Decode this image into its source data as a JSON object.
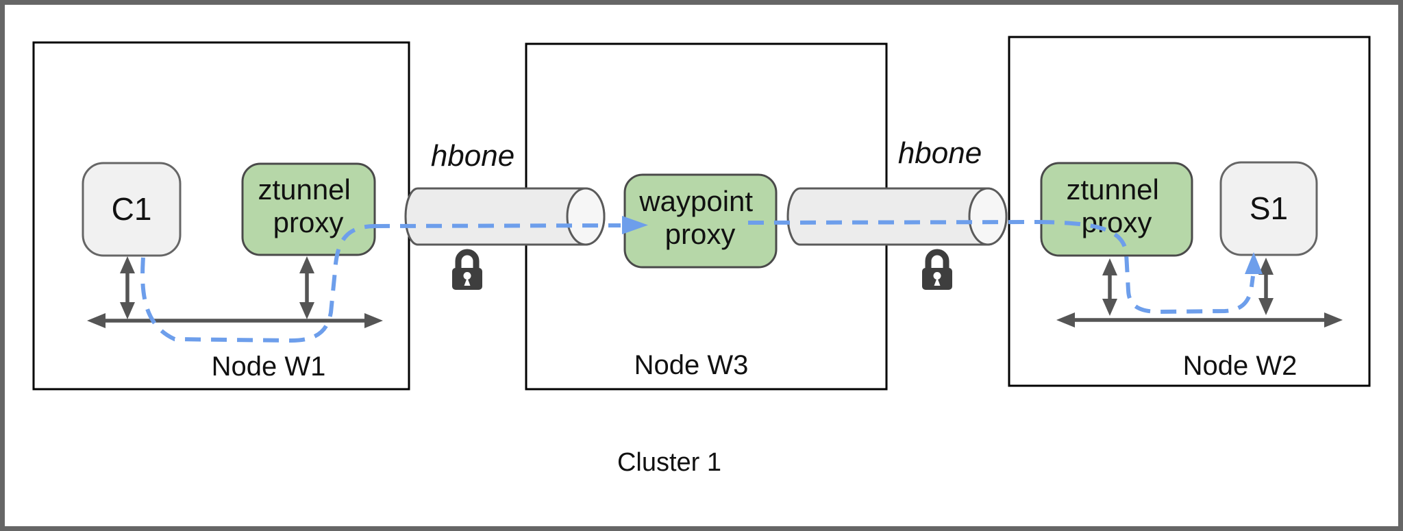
{
  "cluster": {
    "label": "Cluster 1"
  },
  "nodes": [
    {
      "id": "w1",
      "label": "Node W1"
    },
    {
      "id": "w3",
      "label": "Node W3"
    },
    {
      "id": "w2",
      "label": "Node W2"
    }
  ],
  "workloads": {
    "c1": {
      "label": "C1"
    },
    "s1": {
      "label": "S1"
    }
  },
  "proxies": {
    "ztunnel_w1": {
      "label": "ztunnel proxy",
      "lines": [
        "ztunnel",
        "proxy"
      ]
    },
    "waypoint": {
      "label": "waypoint proxy",
      "lines": [
        "waypoint",
        "proxy"
      ]
    },
    "ztunnel_w2": {
      "label": "ztunnel proxy",
      "lines": [
        "ztunnel",
        "proxy"
      ]
    }
  },
  "tunnels": [
    {
      "id": "hbone-1",
      "label": "hbone",
      "icon": "lock-icon"
    },
    {
      "id": "hbone-2",
      "label": "hbone",
      "icon": "lock-icon"
    }
  ],
  "colors": {
    "accent-blue": "#6d9eeb",
    "proxy-green": "#b6d7a8",
    "proxy-green-border": "#4a4a4a",
    "workload-gray": "#f1f1f1",
    "workload-border": "#666666",
    "tunnel-fill": "#ececec",
    "tunnel-cap-fill": "#f6f6f6",
    "tunnel-border": "#5a5a5a",
    "arrow-gray": "#555555",
    "lock-gray": "#3e3e3e",
    "node-border": "#000000",
    "frame-gray": "#666666",
    "text-color": "#111111"
  }
}
